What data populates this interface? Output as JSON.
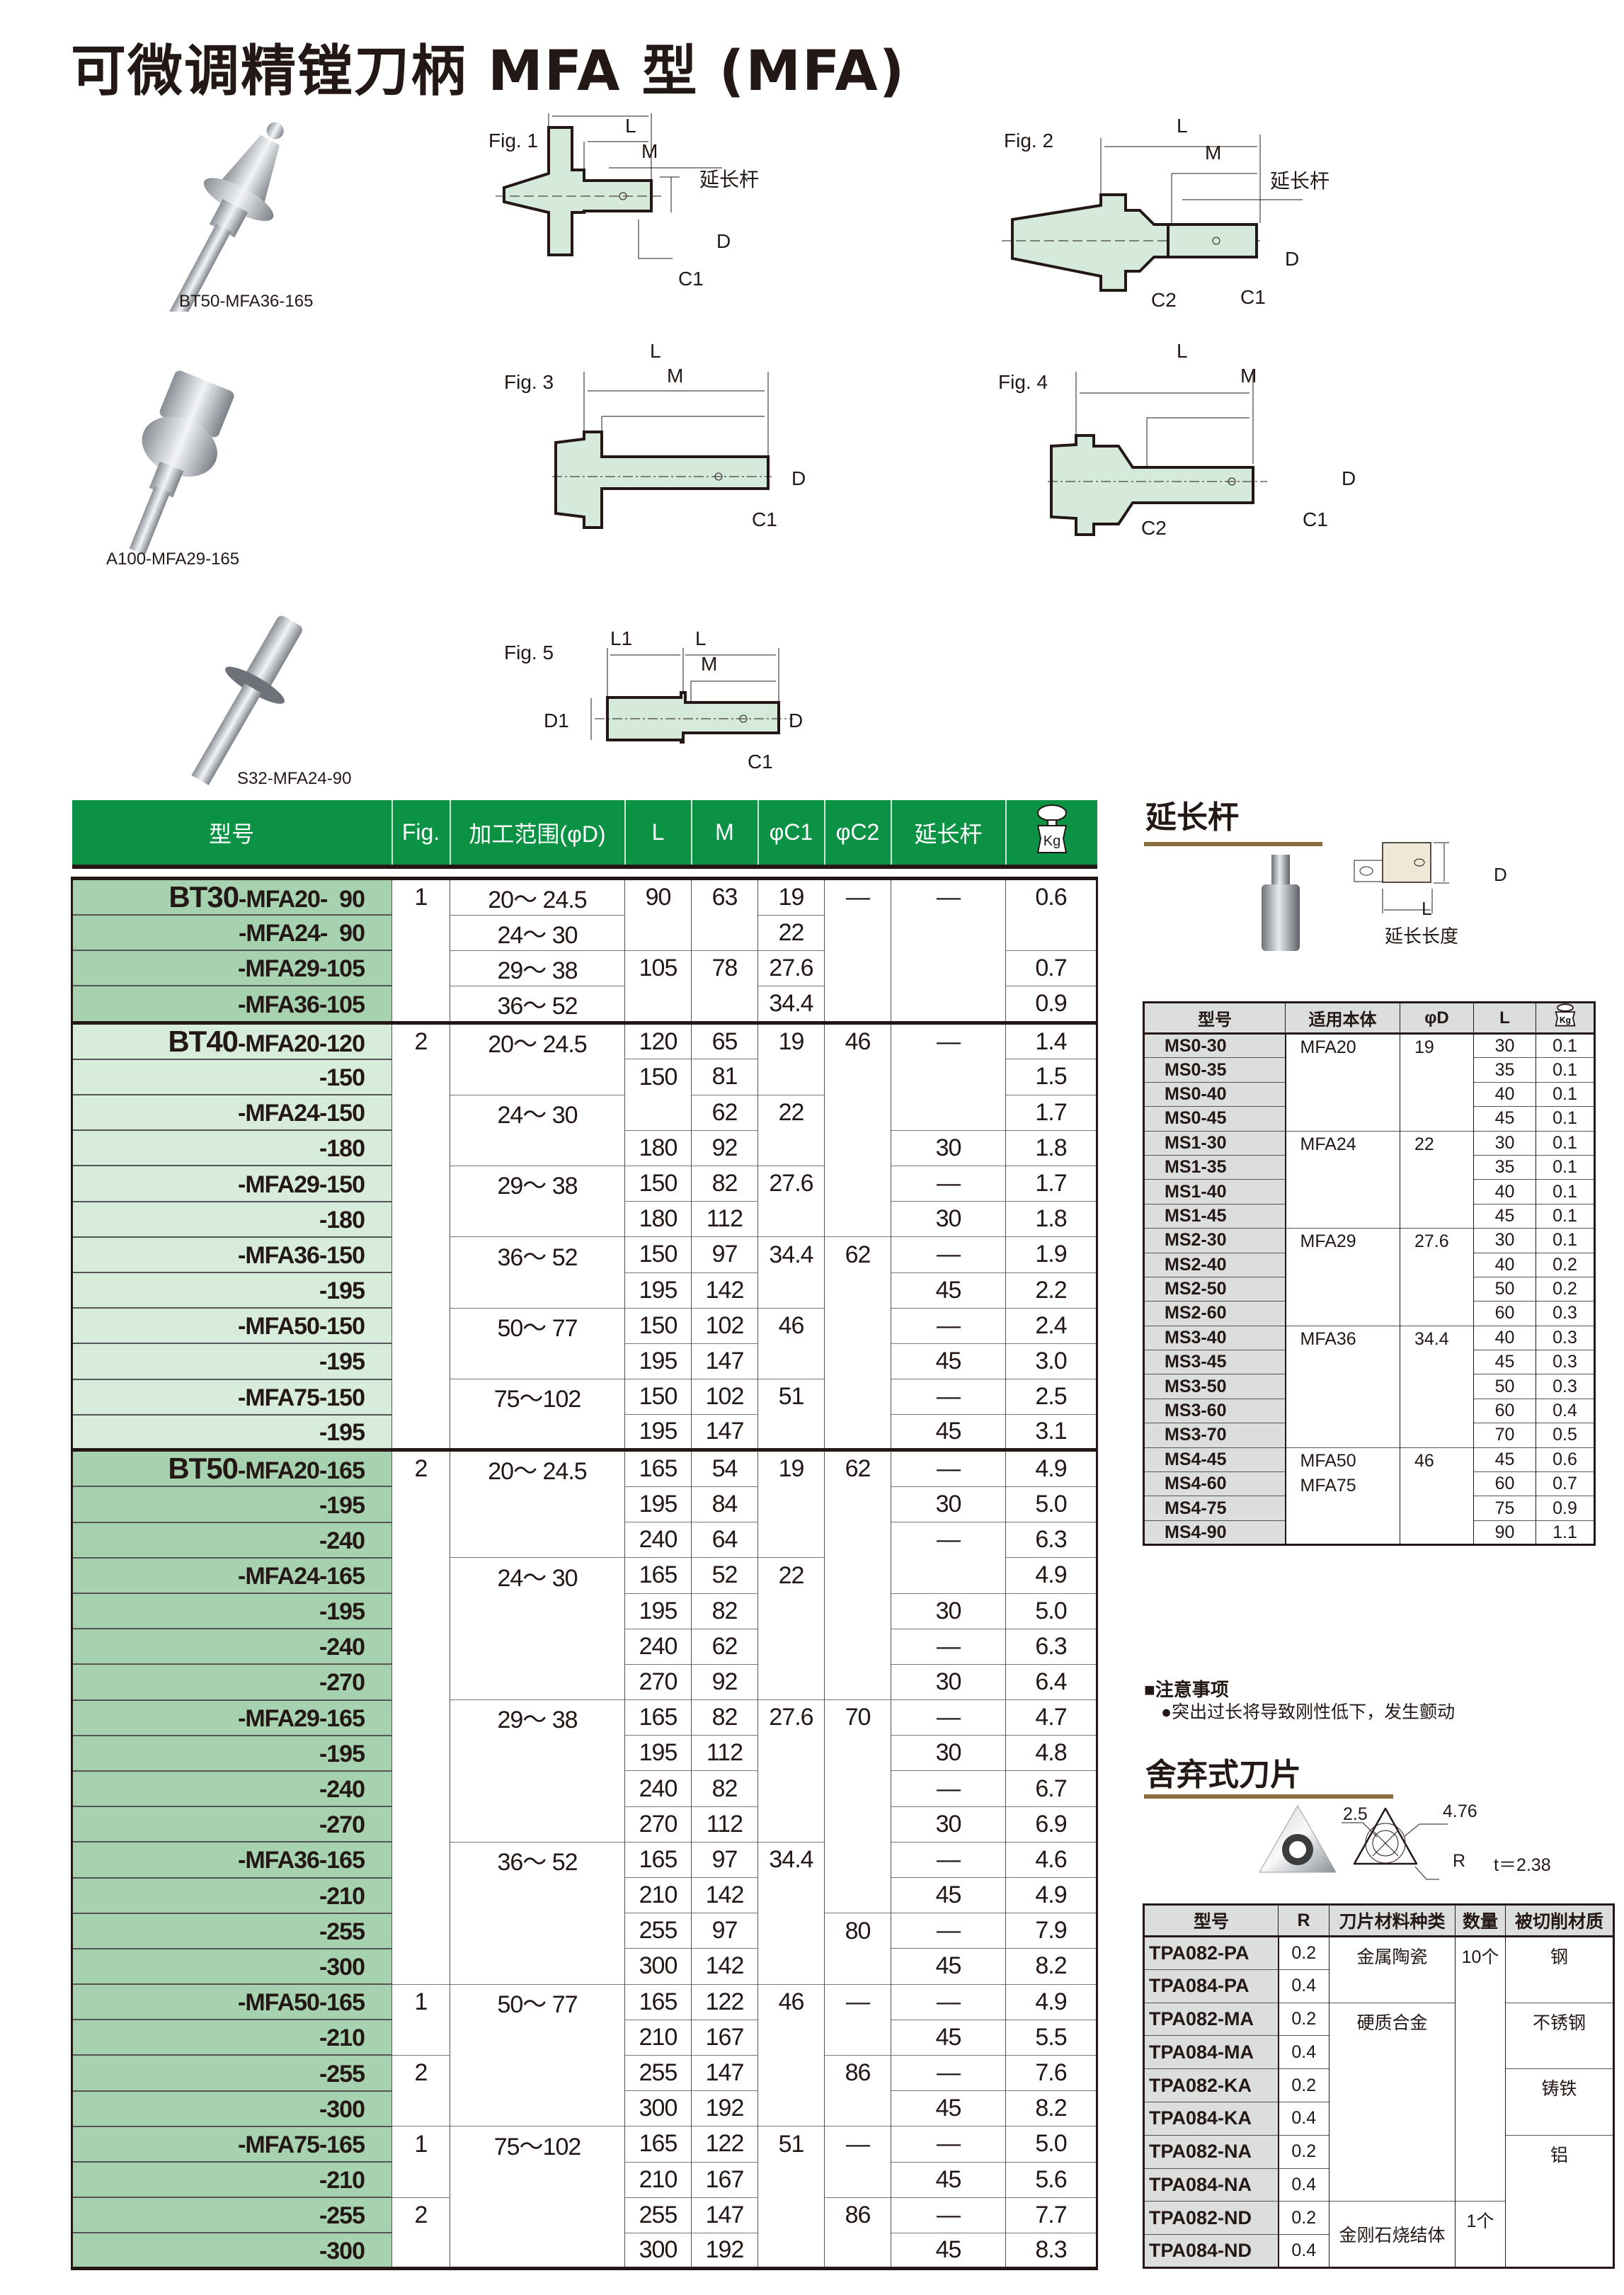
{
  "page": {
    "title": "可微调精镗刀柄 MFA 型 (MFA)"
  },
  "photos": [
    {
      "caption": "BT50-MFA36-165"
    },
    {
      "caption": "A100-MFA29-165"
    },
    {
      "caption": "S32-MFA24-90"
    }
  ],
  "figures": {
    "fig1": {
      "label": "Fig. 1",
      "L": "L",
      "M": "M",
      "ext": "延长杆",
      "D": "D",
      "C1": "C1"
    },
    "fig2": {
      "label": "Fig. 2",
      "L": "L",
      "M": "M",
      "ext": "延长杆",
      "D": "D",
      "C1": "C1",
      "C2": "C2"
    },
    "fig3": {
      "label": "Fig. 3",
      "L": "L",
      "M": "M",
      "D": "D",
      "C1": "C1"
    },
    "fig4": {
      "label": "Fig. 4",
      "L": "L",
      "M": "M",
      "D": "D",
      "C1": "C1",
      "C2": "C2"
    },
    "fig5": {
      "label": "Fig. 5",
      "L1": "L1",
      "L": "L",
      "M": "M",
      "D1": "D1",
      "D": "D",
      "C1": "C1"
    }
  },
  "main_table": {
    "headers": [
      "型号",
      "Fig.",
      "加工范围(φD)",
      "L",
      "M",
      "φC1",
      "φC2",
      "延长杆",
      "Kg"
    ],
    "weight_icon": "weight-kg-icon",
    "colors": {
      "header_bg": "#0b9245",
      "bt30_bt50_model_bg": "#a7d2af",
      "bt40_model_bg": "#d7ecdb"
    },
    "groups": [
      {
        "prefix": "BT30",
        "rows": [
          {
            "model": "-MFA20-  90",
            "fig": "1",
            "range": "20～ 24.5",
            "L": "90",
            "M": "63",
            "C1": "19",
            "C2": "—",
            "ext": "—",
            "kg": "0.6"
          },
          {
            "model": "-MFA24-  90",
            "fig": "",
            "range": "24～ 30",
            "L": "",
            "M": "",
            "C1": "22",
            "C2": "",
            "ext": "",
            "kg": ""
          },
          {
            "model": "-MFA29-105",
            "fig": "",
            "range": "29～ 38",
            "L": "105",
            "M": "78",
            "C1": "27.6",
            "C2": "",
            "ext": "",
            "kg": "0.7"
          },
          {
            "model": "-MFA36-105",
            "fig": "",
            "range": "36～ 52",
            "L": "",
            "M": "",
            "C1": "34.4",
            "C2": "",
            "ext": "",
            "kg": "0.9"
          }
        ]
      },
      {
        "prefix": "BT40",
        "rows": [
          {
            "model": "-MFA20-120",
            "fig": "2",
            "range": "20～ 24.5",
            "L": "120",
            "M": "65",
            "C1": "19",
            "C2": "46",
            "ext": "—",
            "kg": "1.4"
          },
          {
            "model": "-150",
            "fig": "",
            "range": "",
            "L": "150",
            "M": "81",
            "C1": "",
            "C2": "",
            "ext": "",
            "kg": "1.5"
          },
          {
            "model": "-MFA24-150",
            "fig": "",
            "range": "24～ 30",
            "L": "",
            "M": "62",
            "C1": "22",
            "C2": "",
            "ext": "",
            "kg": "1.7"
          },
          {
            "model": "-180",
            "fig": "",
            "range": "",
            "L": "180",
            "M": "92",
            "C1": "",
            "C2": "",
            "ext": "30",
            "kg": "1.8"
          },
          {
            "model": "-MFA29-150",
            "fig": "",
            "range": "29～ 38",
            "L": "150",
            "M": "82",
            "C1": "27.6",
            "C2": "",
            "ext": "—",
            "kg": "1.7"
          },
          {
            "model": "-180",
            "fig": "",
            "range": "",
            "L": "180",
            "M": "112",
            "C1": "",
            "C2": "",
            "ext": "30",
            "kg": "1.8"
          },
          {
            "model": "-MFA36-150",
            "fig": "",
            "range": "36～ 52",
            "L": "150",
            "M": "97",
            "C1": "34.4",
            "C2": "62",
            "ext": "—",
            "kg": "1.9"
          },
          {
            "model": "-195",
            "fig": "",
            "range": "",
            "L": "195",
            "M": "142",
            "C1": "",
            "C2": "",
            "ext": "45",
            "kg": "2.2"
          },
          {
            "model": "-MFA50-150",
            "fig": "",
            "range": "50～ 77",
            "L": "150",
            "M": "102",
            "C1": "46",
            "C2": "",
            "ext": "—",
            "kg": "2.4"
          },
          {
            "model": "-195",
            "fig": "",
            "range": "",
            "L": "195",
            "M": "147",
            "C1": "",
            "C2": "",
            "ext": "45",
            "kg": "3.0"
          },
          {
            "model": "-MFA75-150",
            "fig": "",
            "range": "75～102",
            "L": "150",
            "M": "102",
            "C1": "51",
            "C2": "",
            "ext": "—",
            "kg": "2.5"
          },
          {
            "model": "-195",
            "fig": "",
            "range": "",
            "L": "195",
            "M": "147",
            "C1": "",
            "C2": "",
            "ext": "45",
            "kg": "3.1"
          }
        ]
      },
      {
        "prefix": "BT50",
        "rows": [
          {
            "model": "-MFA20-165",
            "fig": "2",
            "range": "20～ 24.5",
            "L": "165",
            "M": "54",
            "C1": "19",
            "C2": "62",
            "ext": "—",
            "kg": "4.9"
          },
          {
            "model": "-195",
            "fig": "",
            "range": "",
            "L": "195",
            "M": "84",
            "C1": "",
            "C2": "",
            "ext": "30",
            "kg": "5.0"
          },
          {
            "model": "-240",
            "fig": "",
            "range": "",
            "L": "240",
            "M": "64",
            "C1": "",
            "C2": "",
            "ext": "—",
            "kg": "6.3"
          },
          {
            "model": "-MFA24-165",
            "fig": "",
            "range": "24～ 30",
            "L": "165",
            "M": "52",
            "C1": "22",
            "C2": "",
            "ext": "",
            "kg": "4.9"
          },
          {
            "model": "-195",
            "fig": "",
            "range": "",
            "L": "195",
            "M": "82",
            "C1": "",
            "C2": "",
            "ext": "30",
            "kg": "5.0"
          },
          {
            "model": "-240",
            "fig": "",
            "range": "",
            "L": "240",
            "M": "62",
            "C1": "",
            "C2": "",
            "ext": "—",
            "kg": "6.3"
          },
          {
            "model": "-270",
            "fig": "",
            "range": "",
            "L": "270",
            "M": "92",
            "C1": "",
            "C2": "",
            "ext": "30",
            "kg": "6.4"
          },
          {
            "model": "-MFA29-165",
            "fig": "",
            "range": "29～ 38",
            "L": "165",
            "M": "82",
            "C1": "27.6",
            "C2": "70",
            "ext": "—",
            "kg": "4.7"
          },
          {
            "model": "-195",
            "fig": "",
            "range": "",
            "L": "195",
            "M": "112",
            "C1": "",
            "C2": "",
            "ext": "30",
            "kg": "4.8"
          },
          {
            "model": "-240",
            "fig": "",
            "range": "",
            "L": "240",
            "M": "82",
            "C1": "",
            "C2": "",
            "ext": "—",
            "kg": "6.7"
          },
          {
            "model": "-270",
            "fig": "",
            "range": "",
            "L": "270",
            "M": "112",
            "C1": "",
            "C2": "",
            "ext": "30",
            "kg": "6.9"
          },
          {
            "model": "-MFA36-165",
            "fig": "",
            "range": "36～ 52",
            "L": "165",
            "M": "97",
            "C1": "34.4",
            "C2": "",
            "ext": "—",
            "kg": "4.6"
          },
          {
            "model": "-210",
            "fig": "",
            "range": "",
            "L": "210",
            "M": "142",
            "C1": "",
            "C2": "",
            "ext": "45",
            "kg": "4.9"
          },
          {
            "model": "-255",
            "fig": "",
            "range": "",
            "L": "255",
            "M": "97",
            "C1": "",
            "C2": "80",
            "ext": "—",
            "kg": "7.9"
          },
          {
            "model": "-300",
            "fig": "",
            "range": "",
            "L": "300",
            "M": "142",
            "C1": "",
            "C2": "",
            "ext": "45",
            "kg": "8.2"
          },
          {
            "model": "-MFA50-165",
            "fig": "1",
            "range": "50～ 77",
            "L": "165",
            "M": "122",
            "C1": "46",
            "C2": "—",
            "ext": "—",
            "kg": "4.9"
          },
          {
            "model": "-210",
            "fig": "",
            "range": "",
            "L": "210",
            "M": "167",
            "C1": "",
            "C2": "",
            "ext": "45",
            "kg": "5.5"
          },
          {
            "model": "-255",
            "fig": "2",
            "range": "",
            "L": "255",
            "M": "147",
            "C1": "",
            "C2": "86",
            "ext": "—",
            "kg": "7.6"
          },
          {
            "model": "-300",
            "fig": "",
            "range": "",
            "L": "300",
            "M": "192",
            "C1": "",
            "C2": "",
            "ext": "45",
            "kg": "8.2"
          },
          {
            "model": "-MFA75-165",
            "fig": "1",
            "range": "75～102",
            "L": "165",
            "M": "122",
            "C1": "51",
            "C2": "—",
            "ext": "—",
            "kg": "5.0"
          },
          {
            "model": "-210",
            "fig": "",
            "range": "",
            "L": "210",
            "M": "167",
            "C1": "",
            "C2": "",
            "ext": "45",
            "kg": "5.6"
          },
          {
            "model": "-255",
            "fig": "2",
            "range": "",
            "L": "255",
            "M": "147",
            "C1": "",
            "C2": "86",
            "ext": "—",
            "kg": "7.7"
          },
          {
            "model": "-300",
            "fig": "",
            "range": "",
            "L": "300",
            "M": "192",
            "C1": "",
            "C2": "",
            "ext": "45",
            "kg": "8.3"
          }
        ]
      }
    ]
  },
  "extension_section": {
    "title": "延长杆",
    "diagram": {
      "D": "D",
      "L": "L",
      "caption": "延长长度"
    },
    "headers": [
      "型号",
      "适用本体",
      "φD",
      "L",
      "Kg"
    ],
    "rows": [
      {
        "model": "MS0-30",
        "body": "MFA20",
        "D": "19",
        "L": "30",
        "kg": "0.1"
      },
      {
        "model": "MS0-35",
        "body": "",
        "D": "",
        "L": "35",
        "kg": "0.1"
      },
      {
        "model": "MS0-40",
        "body": "",
        "D": "",
        "L": "40",
        "kg": "0.1"
      },
      {
        "model": "MS0-45",
        "body": "",
        "D": "",
        "L": "45",
        "kg": "0.1"
      },
      {
        "model": "MS1-30",
        "body": "MFA24",
        "D": "22",
        "L": "30",
        "kg": "0.1"
      },
      {
        "model": "MS1-35",
        "body": "",
        "D": "",
        "L": "35",
        "kg": "0.1"
      },
      {
        "model": "MS1-40",
        "body": "",
        "D": "",
        "L": "40",
        "kg": "0.1"
      },
      {
        "model": "MS1-45",
        "body": "",
        "D": "",
        "L": "45",
        "kg": "0.1"
      },
      {
        "model": "MS2-30",
        "body": "MFA29",
        "D": "27.6",
        "L": "30",
        "kg": "0.1"
      },
      {
        "model": "MS2-40",
        "body": "",
        "D": "",
        "L": "40",
        "kg": "0.2"
      },
      {
        "model": "MS2-50",
        "body": "",
        "D": "",
        "L": "50",
        "kg": "0.2"
      },
      {
        "model": "MS2-60",
        "body": "",
        "D": "",
        "L": "60",
        "kg": "0.3"
      },
      {
        "model": "MS3-40",
        "body": "MFA36",
        "D": "34.4",
        "L": "40",
        "kg": "0.3"
      },
      {
        "model": "MS3-45",
        "body": "",
        "D": "",
        "L": "45",
        "kg": "0.3"
      },
      {
        "model": "MS3-50",
        "body": "",
        "D": "",
        "L": "50",
        "kg": "0.3"
      },
      {
        "model": "MS3-60",
        "body": "",
        "D": "",
        "L": "60",
        "kg": "0.4"
      },
      {
        "model": "MS3-70",
        "body": "",
        "D": "",
        "L": "70",
        "kg": "0.5"
      },
      {
        "model": "MS4-45",
        "body": "MFA50\nMFA75",
        "D": "46",
        "L": "45",
        "kg": "0.6"
      },
      {
        "model": "MS4-60",
        "body": "",
        "D": "",
        "L": "60",
        "kg": "0.7"
      },
      {
        "model": "MS4-75",
        "body": "",
        "D": "",
        "L": "75",
        "kg": "0.9"
      },
      {
        "model": "MS4-90",
        "body": "",
        "D": "",
        "L": "90",
        "kg": "1.1"
      }
    ],
    "body_groups": [
      {
        "label": "MFA20",
        "D": "19",
        "span": 4
      },
      {
        "label": "MFA24",
        "D": "22",
        "span": 4
      },
      {
        "label": "MFA29",
        "D": "27.6",
        "span": 4
      },
      {
        "label": "MFA36",
        "D": "34.4",
        "span": 5
      },
      {
        "label": "MFA50",
        "label2": "MFA75",
        "D": "46",
        "span": 4
      }
    ],
    "notes_title": "■注意事项",
    "notes": [
      "●突出过长将导致刚性低下，发生颤动"
    ]
  },
  "insert_section": {
    "title": "舍弃式刀片",
    "diagram": {
      "dim1": "2.5",
      "dim2": "4.76",
      "R": "R",
      "t": "t＝2.38"
    },
    "headers": [
      "型号",
      "R",
      "刀片材料种类",
      "数量",
      "被切削材质"
    ],
    "rows": [
      {
        "model": "TPA082-PA",
        "R": "0.2"
      },
      {
        "model": "TPA084-PA",
        "R": "0.4"
      },
      {
        "model": "TPA082-MA",
        "R": "0.2"
      },
      {
        "model": "TPA084-MA",
        "R": "0.4"
      },
      {
        "model": "TPA082-KA",
        "R": "0.2"
      },
      {
        "model": "TPA084-KA",
        "R": "0.4"
      },
      {
        "model": "TPA082-NA",
        "R": "0.2"
      },
      {
        "model": "TPA084-NA",
        "R": "0.4"
      },
      {
        "model": "TPA082-ND",
        "R": "0.2"
      },
      {
        "model": "TPA084-ND",
        "R": "0.4"
      }
    ],
    "materials": [
      {
        "label": "金属陶瓷",
        "span": 2
      },
      {
        "label": "硬质合金",
        "span": 6
      },
      {
        "label": "金刚石烧结体",
        "span": 2
      }
    ],
    "quantities": [
      {
        "label": "10个",
        "span": 8
      },
      {
        "label": "1个",
        "span": 2
      }
    ],
    "work_materials": [
      {
        "label": "钢",
        "span": 2
      },
      {
        "label": "不锈钢",
        "span": 2
      },
      {
        "label": "铸铁",
        "span": 2
      },
      {
        "label": "铝",
        "span": 4
      }
    ]
  }
}
